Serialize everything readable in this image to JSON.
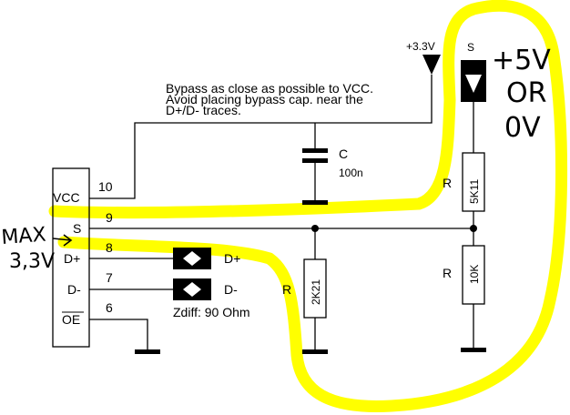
{
  "note": {
    "line1": "Bypass as close as possible to VCC.",
    "line2": "Avoid placing bypass cap. near the",
    "line3": "D+/D- traces."
  },
  "supply_label": "+3.3V",
  "pins": [
    {
      "num": "10",
      "name": "VCC"
    },
    {
      "num": "9",
      "name": "S"
    },
    {
      "num": "8",
      "name": "D+"
    },
    {
      "num": "7",
      "name": "D-"
    },
    {
      "num": "6",
      "name": "OE"
    }
  ],
  "connectors": [
    {
      "name": "D+"
    },
    {
      "name": "D-"
    }
  ],
  "zdiff": "Zdiff: 90 Ohm",
  "capacitor": {
    "ref": "C",
    "value": "100n"
  },
  "resistors": [
    {
      "ref": "R",
      "value": "2K21"
    },
    {
      "ref": "R",
      "value": "10K"
    },
    {
      "ref": "R",
      "value": "5K11"
    }
  ],
  "signal_s": "S",
  "handwritten": {
    "left1": "MAX",
    "left2": "3,3V",
    "right1": "+5V",
    "right2": "OR",
    "right3": "0V"
  },
  "highlight_color": "#ffff00"
}
